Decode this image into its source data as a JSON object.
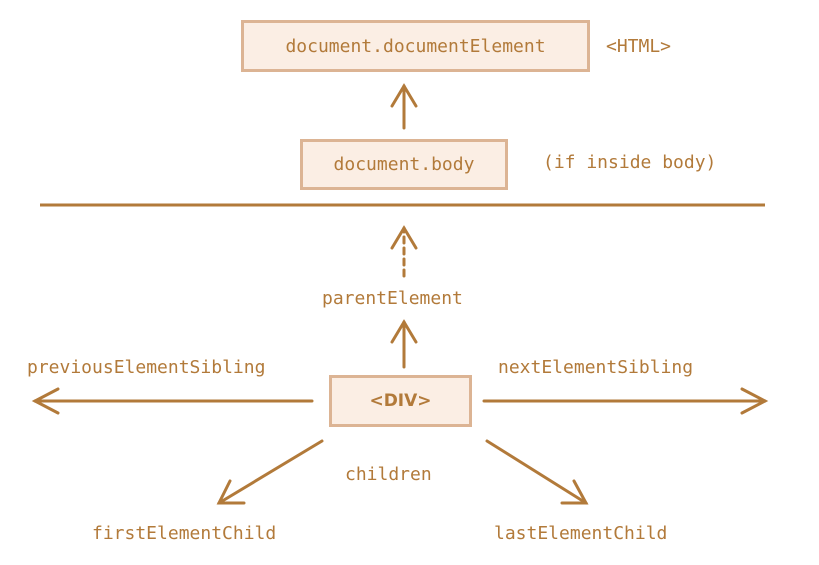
{
  "nodes": {
    "document_element": "document.documentElement",
    "body": "document.body",
    "div": "<DIV>"
  },
  "labels": {
    "html": "<HTML>",
    "if_inside_body": "(if inside body)",
    "parent_element": "parentElement",
    "previous_sibling": "previousElementSibling",
    "next_sibling": "nextElementSibling",
    "children": "children",
    "first_child": "firstElementChild",
    "last_child": "lastElementChild"
  },
  "colors": {
    "stroke": "#b27a3a",
    "box_fill": "#fbeee4",
    "box_border": "#dcb494",
    "text": "#b27a3a"
  }
}
